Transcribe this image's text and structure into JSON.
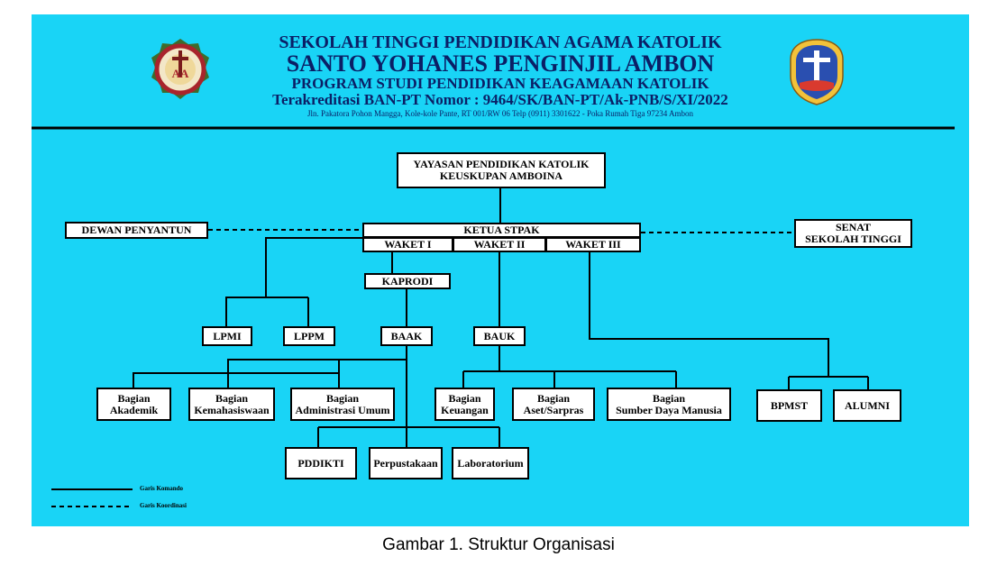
{
  "header": {
    "line1": "SEKOLAH TINGGI PENDIDIKAN AGAMA KATOLIK",
    "line2": "SANTO YOHANES PENGINJIL AMBON",
    "line3": "PROGRAM STUDI PENDIDIKAN KEAGAMAAN KATOLIK",
    "line4": "Terakreditasi BAN-PT Nomor : 9464/SK/BAN-PT/Ak-PNB/S/XI/2022",
    "address": "Jln. Pakatora Pohon Mangga, Kole-kole Pante, RT 001/RW 06 Telp (0911) 3301622 - Poka Rumah Tiga 97234 Ambon",
    "logo_left_text": "AA",
    "colors": {
      "background": "#19d4f6",
      "title": "#0b1f66",
      "logo_left": "#a8242c",
      "logo_right": "#2a4fb0"
    }
  },
  "org": {
    "yayasan": [
      "YAYASAN PENDIDIKAN KATOLIK",
      "KEUSKUPAN AMBOINA"
    ],
    "dewan": "DEWAN PENYANTUN",
    "ketua": "KETUA STPAK",
    "waket1": "WAKET I",
    "waket2": "WAKET II",
    "waket3": "WAKET III",
    "senat": [
      "SENAT",
      "SEKOLAH TINGGI"
    ],
    "kaprodi": "KAPRODI",
    "lpmi": "LPMI",
    "lppm": "LPPM",
    "baak": "BAAK",
    "bauk": "BAUK",
    "akademik": [
      "Bagian",
      "Akademik"
    ],
    "kemahasiswaan": [
      "Bagian",
      "Kemahasiswaan"
    ],
    "adminumum": [
      "Bagian",
      "Administrasi Umum"
    ],
    "keuangan": [
      "Bagian",
      "Keuangan"
    ],
    "aset": [
      "Bagian",
      "Aset/Sarpras"
    ],
    "sdm": [
      "Bagian",
      "Sumber Daya Manusia"
    ],
    "bpmst": "BPMST",
    "alumni": "ALUMNI",
    "pddikti": "PDDIKTI",
    "perpustakaan": "Perpustakaan",
    "laboratorium": "Laboratorium"
  },
  "legend": {
    "komando": "Garis Komando",
    "koordinasi": "Garis Koordinasi"
  },
  "caption": "Gambar 1. Struktur Organisasi"
}
